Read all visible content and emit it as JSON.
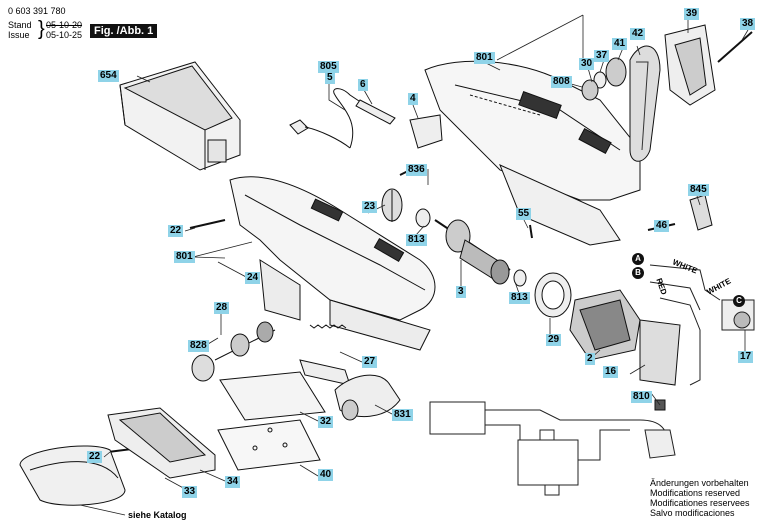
{
  "header": {
    "part_number": "0 603 391 780",
    "stand_label": "Stand",
    "stand_date_struck": "05-10-20",
    "issue_label": "Issue",
    "issue_date": "05-10-25",
    "figure": "Fig. /Abb. 1"
  },
  "callouts": [
    {
      "id": "654",
      "text": "654"
    },
    {
      "id": "805",
      "text": "805"
    },
    {
      "id": "5",
      "text": "5"
    },
    {
      "id": "6",
      "text": "6"
    },
    {
      "id": "4",
      "text": "4"
    },
    {
      "id": "801a",
      "text": "801"
    },
    {
      "id": "30",
      "text": "30"
    },
    {
      "id": "37",
      "text": "37"
    },
    {
      "id": "41",
      "text": "41"
    },
    {
      "id": "42",
      "text": "42"
    },
    {
      "id": "39",
      "text": "39"
    },
    {
      "id": "38",
      "text": "38"
    },
    {
      "id": "808",
      "text": "808"
    },
    {
      "id": "836",
      "text": "836"
    },
    {
      "id": "845",
      "text": "845"
    },
    {
      "id": "22a",
      "text": "22"
    },
    {
      "id": "23",
      "text": "23"
    },
    {
      "id": "55",
      "text": "55"
    },
    {
      "id": "46",
      "text": "46"
    },
    {
      "id": "813a",
      "text": "813"
    },
    {
      "id": "801b",
      "text": "801"
    },
    {
      "id": "24",
      "text": "24"
    },
    {
      "id": "3",
      "text": "3"
    },
    {
      "id": "813b",
      "text": "813"
    },
    {
      "id": "29",
      "text": "29"
    },
    {
      "id": "28",
      "text": "28"
    },
    {
      "id": "828",
      "text": "828"
    },
    {
      "id": "27",
      "text": "27"
    },
    {
      "id": "2",
      "text": "2"
    },
    {
      "id": "16",
      "text": "16"
    },
    {
      "id": "17",
      "text": "17"
    },
    {
      "id": "810",
      "text": "810"
    },
    {
      "id": "831",
      "text": "831"
    },
    {
      "id": "32",
      "text": "32"
    },
    {
      "id": "22b",
      "text": "22"
    },
    {
      "id": "34",
      "text": "34"
    },
    {
      "id": "40",
      "text": "40"
    },
    {
      "id": "33",
      "text": "33"
    }
  ],
  "wiring": {
    "markers": [
      "A",
      "B",
      "C"
    ],
    "wire_white_1": "WHITE",
    "wire_white_2": "WHITE",
    "wire_red": "RED"
  },
  "footer": {
    "catalog_note": "siehe Katalog",
    "notice_lines": [
      "Änderungen vorbehalten",
      "Modifications reserved",
      "Modificationes reservees",
      "Salvo modificaciones"
    ]
  }
}
